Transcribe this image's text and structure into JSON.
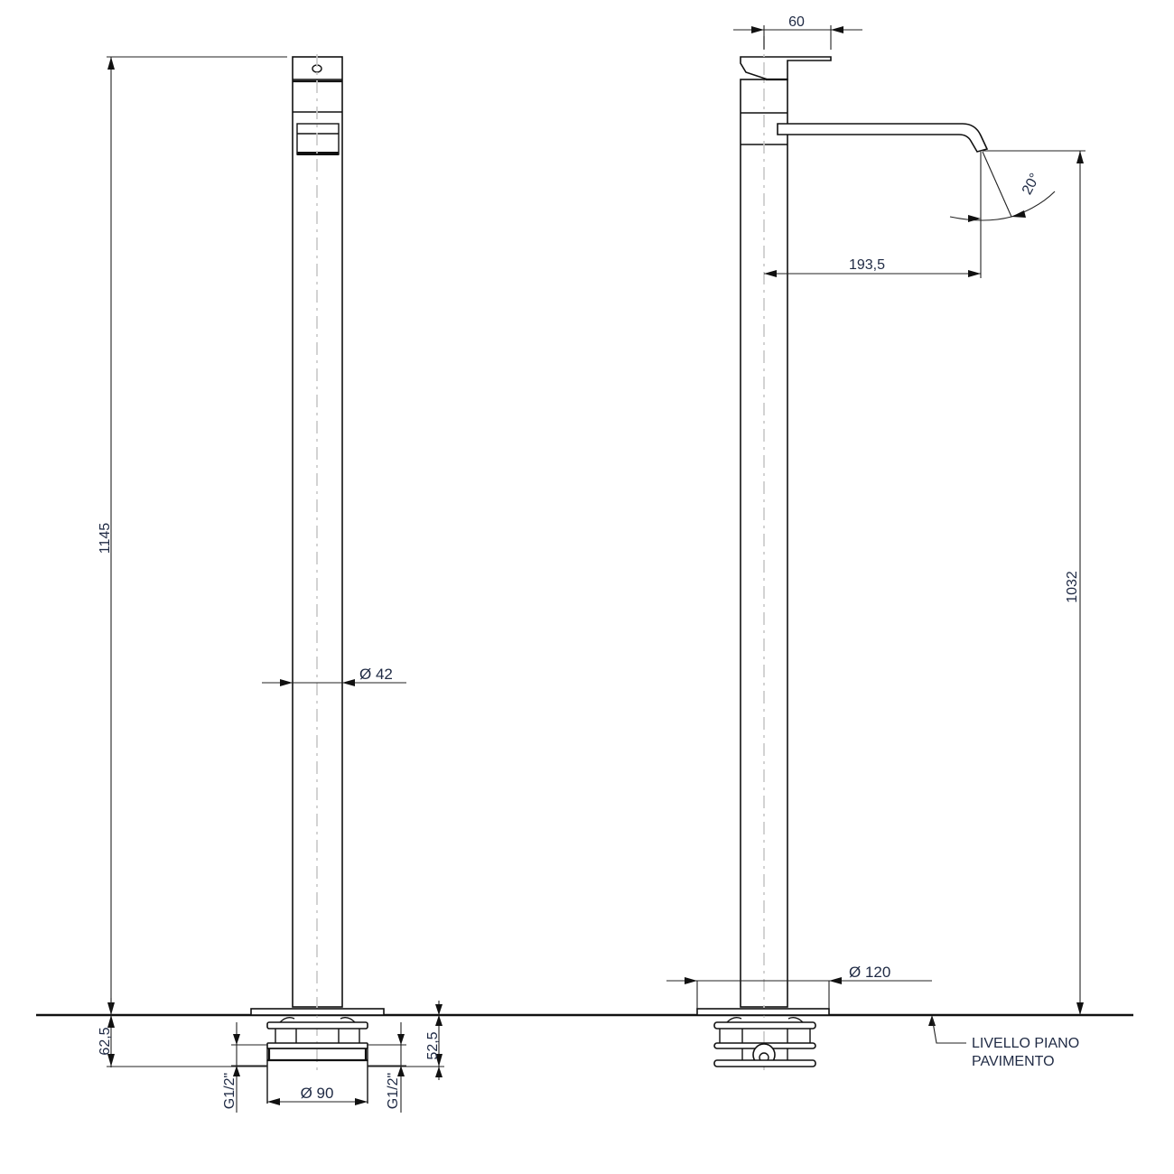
{
  "drawing": {
    "type": "technical-drawing",
    "subject": "floor-standing basin mixer tap",
    "units": "mm",
    "views": [
      {
        "name": "front-view",
        "dimensions": {
          "total_height": "1145",
          "column_diameter": "Ø 42",
          "below_floor_depth": "62,5",
          "base_depth": "52,5",
          "base_diameter": "Ø 90",
          "thread_left": "G1/2\"",
          "thread_right": "G1/2\""
        }
      },
      {
        "name": "side-view",
        "dimensions": {
          "handle_length": "60",
          "spout_reach": "193,5",
          "spout_angle": "20°",
          "spout_height": "1032",
          "flange_diameter": "Ø 120"
        }
      }
    ],
    "floor_note": {
      "line1": "LIVELLO PIANO",
      "line2": "PAVIMENTO"
    },
    "colors": {
      "line": "#111111",
      "text": "#1f2a44",
      "centerline": "#c8c8c8",
      "background": "#ffffff"
    }
  }
}
